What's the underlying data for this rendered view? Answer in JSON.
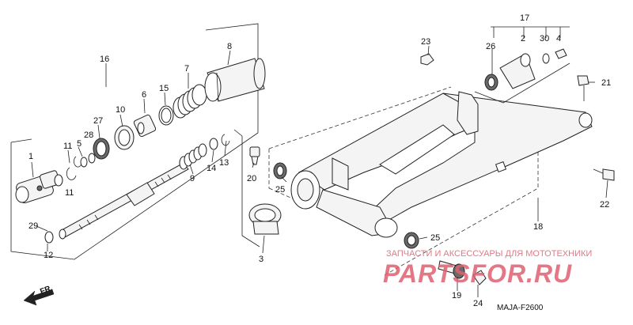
{
  "parts": {
    "p1": "1",
    "p2": "2",
    "p3": "3",
    "p4": "4",
    "p5": "5",
    "p6": "6",
    "p7": "7",
    "p8": "8",
    "p9": "9",
    "p10": "10",
    "p11a": "11",
    "p11b": "11",
    "p12": "12",
    "p13": "13",
    "p14": "14",
    "p15": "15",
    "p16": "16",
    "p17": "17",
    "p18": "18",
    "p19": "19",
    "p20": "20",
    "p21": "21",
    "p22": "22",
    "p23": "23",
    "p24": "24",
    "p25a": "25",
    "p25b": "25",
    "p26": "26",
    "p27": "27",
    "p28": "28",
    "p29": "29",
    "p30": "30"
  },
  "direction_label": "FR.",
  "diagram_code": "MAJA-F2600",
  "watermark": {
    "top_text": "ЗАПЧАСТИ И АКСЕССУАРЫ ДЛЯ МОТОТЕХНИКИ",
    "brand": "PARTSFOR.RU"
  },
  "colors": {
    "watermark": "#e06070",
    "ink": "#222222"
  }
}
